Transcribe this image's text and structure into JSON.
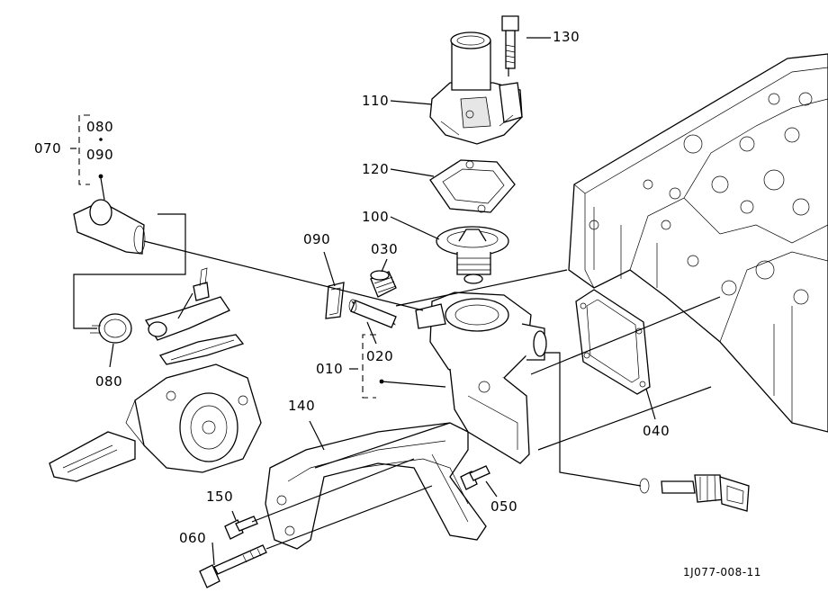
{
  "labels": {
    "p010": "010",
    "p020": "020",
    "p030": "030",
    "p040": "040",
    "p050": "050",
    "p060": "060",
    "p070": "070",
    "p080_top": "080",
    "p090_top": "090",
    "p080_bottom": "080",
    "p090": "090",
    "p100": "100",
    "p110": "110",
    "p120": "120",
    "p130": "130",
    "p140": "140",
    "p150": "150"
  },
  "figure_code": "1J077-008-11"
}
